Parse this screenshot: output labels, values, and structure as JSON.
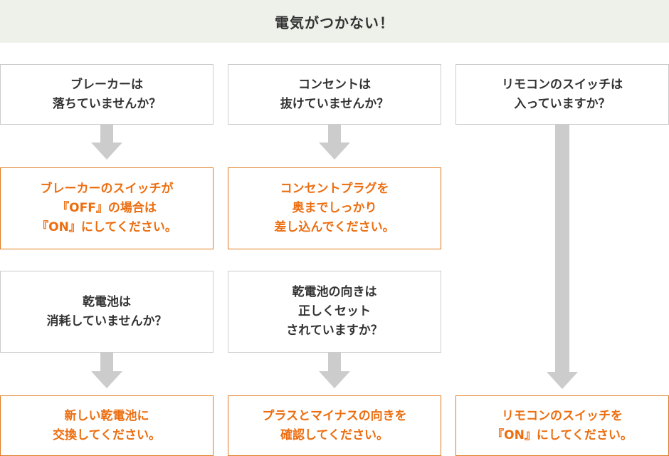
{
  "title": "電気がつかない！",
  "columns": [
    {
      "q1": "ブレーカーは\n落ちていませんか？",
      "a1": "ブレーカーのスイッチが\n『OFF』の場合は\n『ON』にしてください。",
      "q2": "乾電池は\n消耗していませんか？",
      "a2": "新しい乾電池に\n交換してください。"
    },
    {
      "q1": "コンセントは\n抜けていませんか？",
      "a1": "コンセントプラグを\n奥までしっかり\n差し込んでください。",
      "q2": "乾電池の向きは\n正しくセット\nされていますか？",
      "a2": "プラスとマイナスの向きを\n確認してください。"
    },
    {
      "q1": "リモコンのスイッチは\n入っていますか？",
      "a2": "リモコンのスイッチを\n『ON』にしてください。"
    }
  ],
  "colors": {
    "question_border": "#cccccc",
    "answer_border": "#e07a1f",
    "answer_text": "#ec6e10",
    "arrow": "#cccccc",
    "header_bg": "#eef0ea"
  }
}
